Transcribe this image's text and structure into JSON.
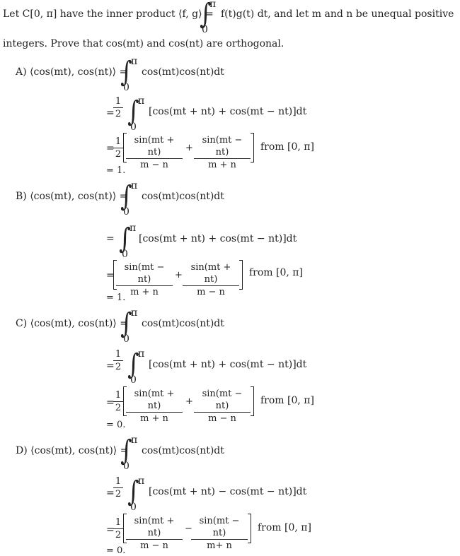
{
  "question": {
    "line1_a": "Let C[0, π] have the inner product ⟨f, g⟩ =",
    "line1_b": "f(t)g(t) dt, and let m and n be unequal positive",
    "line2": "integers. Prove that cos(mt) and cos(nt) are orthogonal.",
    "upper": "π",
    "lower": "0"
  },
  "options": [
    {
      "label": "A) ⟨cos(mt), cos(nt)⟩ =",
      "integrand1": "cos(mt)cos(nt)dt",
      "eq2_prefix": "=",
      "half_num": "1",
      "half_den": "2",
      "integrand2": "[cos(mt + nt) + cos(mt − nt)]dt",
      "frac1_num": "sin(mt + nt)",
      "frac1_den": "m − n",
      "op": "+",
      "frac2_num": "sin(mt − nt)",
      "frac2_den": "m + n",
      "range": "from [0, π]",
      "result": "= 1."
    },
    {
      "label": "B) ⟨cos(mt), cos(nt)⟩ =",
      "integrand1": "cos(mt)cos(nt)dt",
      "eq2_prefix": "=",
      "integrand2": "[cos(mt + nt) + cos(mt − nt)]dt",
      "frac1_num": "sin(mt − nt)",
      "frac1_den": "m + n",
      "op": "+",
      "frac2_num": "sin(mt + nt)",
      "frac2_den": "m − n",
      "range": "from [0, π]",
      "result": "= 1."
    },
    {
      "label": "C) ⟨cos(mt), cos(nt)⟩ =",
      "integrand1": "cos(mt)cos(nt)dt",
      "eq2_prefix": "=",
      "half_num": "1",
      "half_den": "2",
      "integrand2": "[cos(mt + nt) + cos(mt − nt)]dt",
      "frac1_num": "sin(mt + nt)",
      "frac1_den": "m + n",
      "op": "+",
      "frac2_num": "sin(mt − nt)",
      "frac2_den": "m − n",
      "range": "from [0, π]",
      "result": "= 0."
    },
    {
      "label": "D) ⟨cos(mt), cos(nt)⟩ =",
      "integrand1": "cos(mt)cos(nt)dt",
      "eq2_prefix": "=",
      "half_num": "1",
      "half_den": "2",
      "integrand2": "[cos(mt + nt) − cos(mt − nt)]dt",
      "frac1_num": "sin(mt + nt)",
      "frac1_den": "m − n",
      "op": "−",
      "frac2_num": "sin(mt − nt)",
      "frac2_den": "m+ n",
      "range": "from [0, π]",
      "result": "= 0."
    }
  ]
}
